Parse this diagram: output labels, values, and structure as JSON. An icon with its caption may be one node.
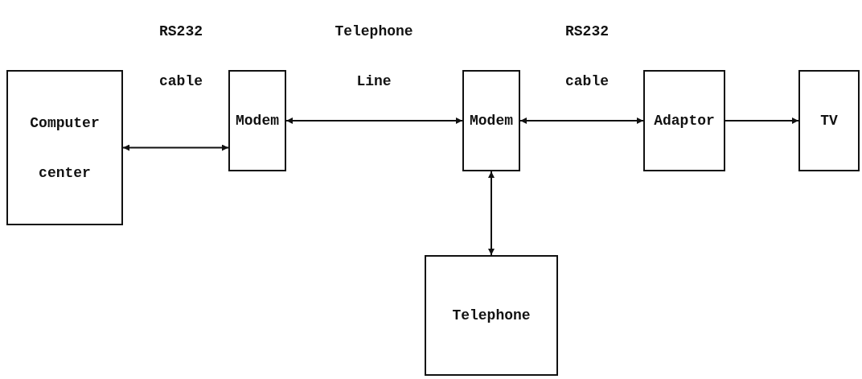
{
  "diagram": {
    "nodes": [
      {
        "text": [
          "Computer center"
        ]
      },
      {
        "text": [
          "Modem"
        ]
      },
      {
        "text": [
          "Modem"
        ]
      },
      {
        "text": [
          "Adaptor"
        ]
      },
      {
        "text": [
          "TV"
        ]
      },
      {
        "text": [
          "Telephone"
        ]
      }
    ],
    "edges": [
      {
        "from": 0,
        "to": 1,
        "arrow": "both",
        "label": "RS232 cable"
      },
      {
        "from": 1,
        "to": 2,
        "arrow": "both",
        "label": "Telephone Line"
      },
      {
        "from": 2,
        "to": 3,
        "arrow": "both",
        "label": "RS232 cable"
      },
      {
        "from": 3,
        "to": 4,
        "arrow": "to"
      },
      {
        "from": 2,
        "to": 5,
        "arrow": "both"
      }
    ]
  }
}
